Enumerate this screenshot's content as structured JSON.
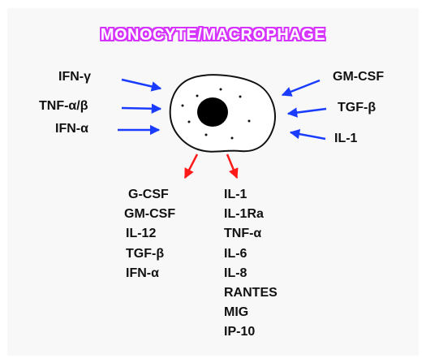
{
  "title": "MONOCYTE/MACROPHAGE",
  "inputs_left": [
    "IFN-γ",
    "TNF-α/β",
    "IFN-α"
  ],
  "inputs_right": [
    "GM-CSF",
    "TGF-β",
    "IL-1"
  ],
  "outputs_left": [
    "G-CSF",
    "GM-CSF",
    "IL-12",
    "TGF-β",
    "IFN-α"
  ],
  "outputs_right": [
    "IL-1",
    "IL-1Ra",
    "TNF-α",
    "IL-6",
    "IL-8",
    "RANTES",
    "MIG",
    "IP-10"
  ],
  "colors": {
    "title_outline": "#d633ff",
    "input_arrow": "#1a3cff",
    "output_arrow": "#ff1a1a",
    "nucleus": "#000000"
  }
}
